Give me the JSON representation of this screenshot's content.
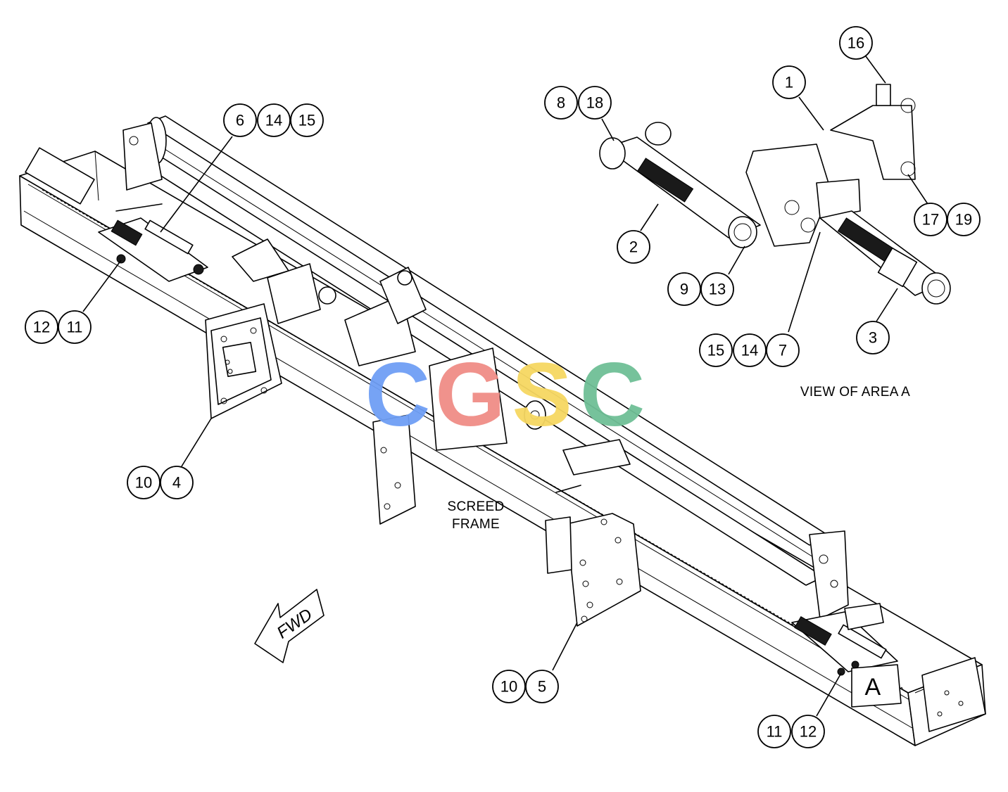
{
  "labels": {
    "view_of_area": "VIEW OF AREA A",
    "screed_line1": "SCREED",
    "screed_line2": "FRAME",
    "area_letter": "A",
    "fwd": "FWD"
  },
  "watermark": {
    "letters": [
      "C",
      "G",
      "S",
      "C"
    ],
    "colors": [
      "#6f9ff5",
      "#f08d86",
      "#f6d762",
      "#6fbf96"
    ]
  },
  "callouts": [
    {
      "id": "c16",
      "text": "16"
    },
    {
      "id": "c1",
      "text": "1"
    },
    {
      "id": "c8",
      "text": "8"
    },
    {
      "id": "c18",
      "text": "18"
    },
    {
      "id": "c6",
      "text": "6"
    },
    {
      "id": "c14a",
      "text": "14"
    },
    {
      "id": "c15a",
      "text": "15"
    },
    {
      "id": "c2",
      "text": "2"
    },
    {
      "id": "c17",
      "text": "17"
    },
    {
      "id": "c19",
      "text": "19"
    },
    {
      "id": "c9",
      "text": "9"
    },
    {
      "id": "c13",
      "text": "13"
    },
    {
      "id": "c3",
      "text": "3"
    },
    {
      "id": "c12a",
      "text": "12"
    },
    {
      "id": "c11a",
      "text": "11"
    },
    {
      "id": "c15b",
      "text": "15"
    },
    {
      "id": "c14b",
      "text": "14"
    },
    {
      "id": "c7",
      "text": "7"
    },
    {
      "id": "c10a",
      "text": "10"
    },
    {
      "id": "c4",
      "text": "4"
    },
    {
      "id": "c10b",
      "text": "10"
    },
    {
      "id": "c5",
      "text": "5"
    },
    {
      "id": "c11b",
      "text": "11"
    },
    {
      "id": "c12b",
      "text": "12"
    }
  ]
}
